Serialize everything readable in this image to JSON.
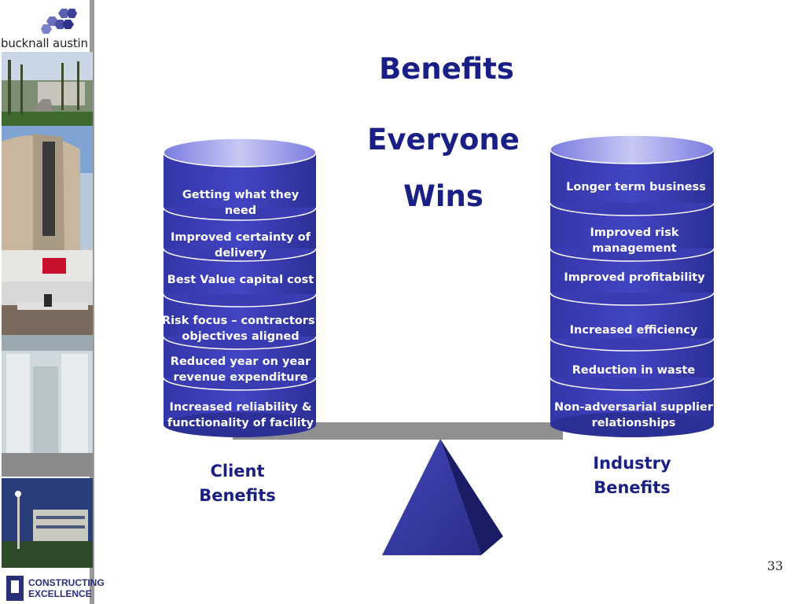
{
  "sidebar": {
    "brand_name": "bucknall austin",
    "footer_logo_text": "CONSTRUCTING\nEXCELLENCE",
    "photos": [
      "building-path",
      "cylindrical-facade",
      "reception-desk",
      "glass-atrium",
      "office-night"
    ]
  },
  "slide": {
    "title": "Benefits",
    "subtitle_line1": "Everyone",
    "subtitle_line2": "Wins",
    "page_number": "33"
  },
  "client_stack": {
    "items": [
      "Getting what they need",
      "Improved certainty of delivery",
      "Best Value capital cost",
      "Risk focus – contractors’ objectives aligned",
      "Reduced year on year revenue expenditure",
      "Increased reliability & functionality of facility"
    ],
    "caption": "Client\nBenefits"
  },
  "industry_stack": {
    "items": [
      "Longer term business",
      "Improved risk management",
      "Improved profitability",
      "Increased efficiency",
      "Reduction in waste",
      "Non-adversarial supplier relationships"
    ],
    "caption": "Industry\nBenefits"
  },
  "colors": {
    "heading": "#1a1f86",
    "disc_fill": "#3a3db2",
    "disc_top": "#9a9cec",
    "beam": "#8f8f8f",
    "sidebar_rule": "#9a9a9a"
  }
}
